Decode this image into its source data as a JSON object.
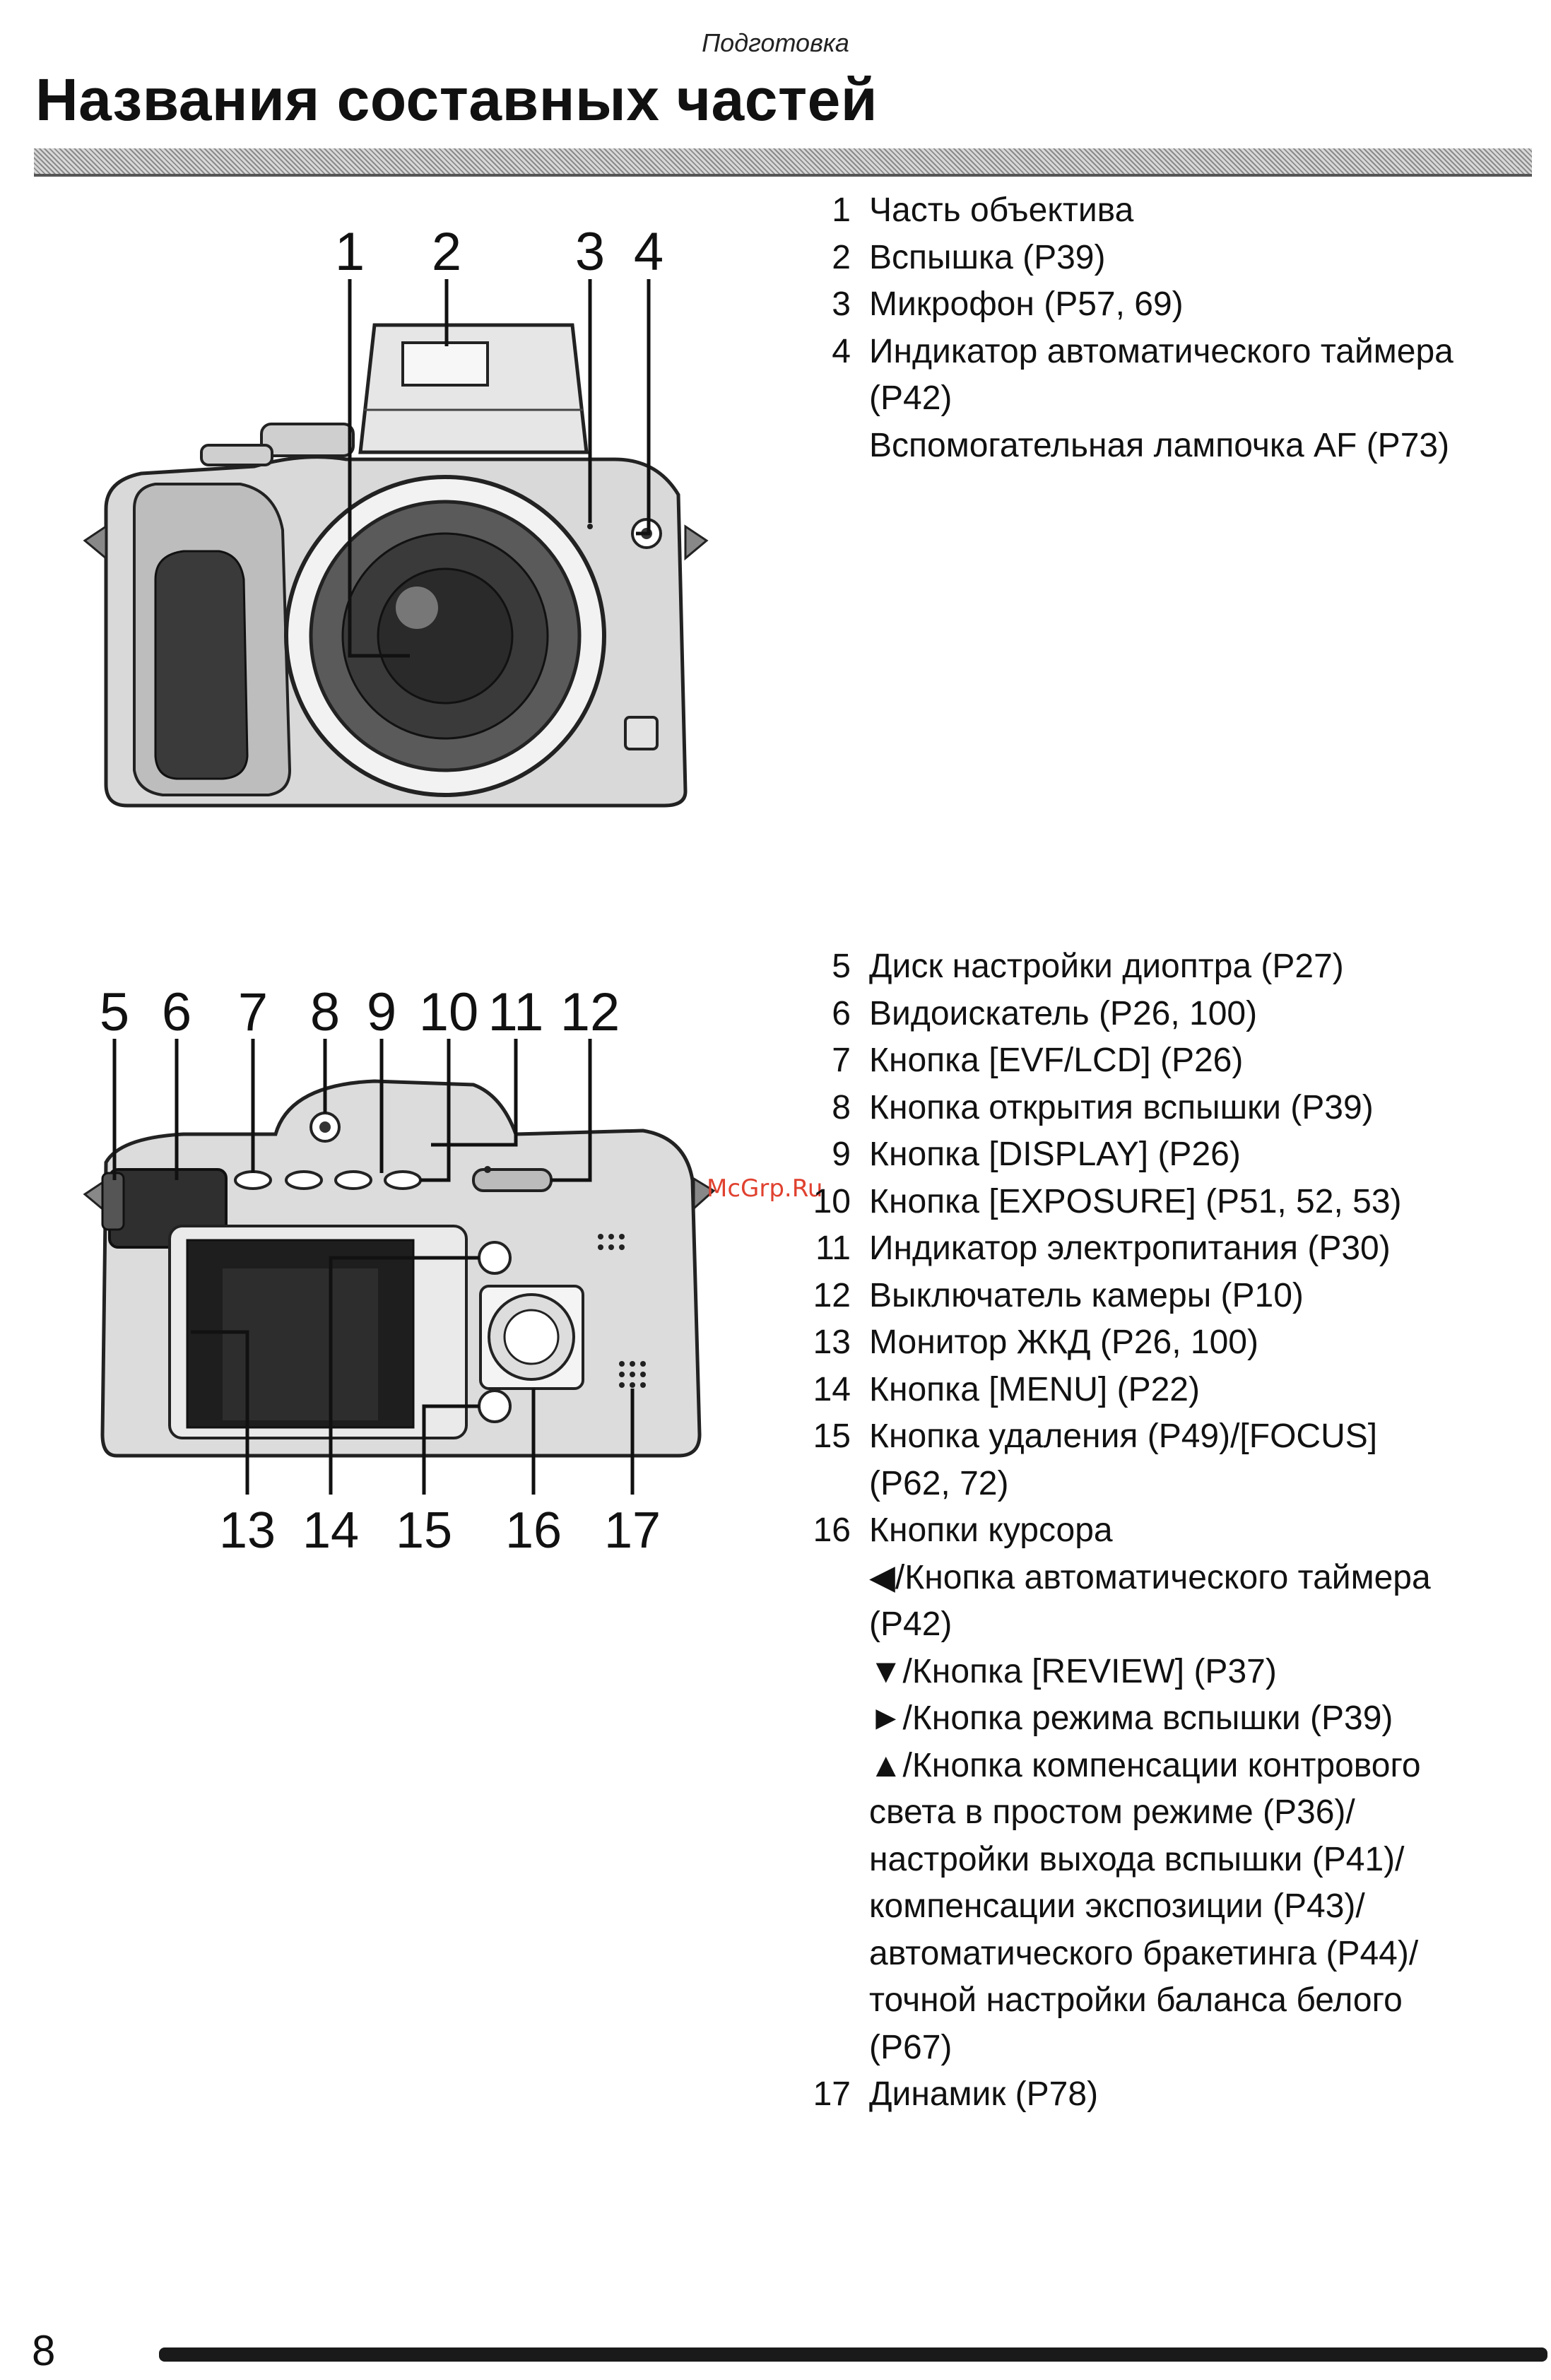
{
  "header": {
    "section_label": "Подготовка",
    "title": "Названия составных частей"
  },
  "front": {
    "callouts": [
      "1",
      "2",
      "3",
      "4"
    ],
    "items": [
      {
        "num": "1",
        "lines": [
          "Часть объектива"
        ]
      },
      {
        "num": "2",
        "lines": [
          "Вспышка (P39)"
        ]
      },
      {
        "num": "3",
        "lines": [
          "Микрофон (P57, 69)"
        ]
      },
      {
        "num": "4",
        "lines": [
          "Индикатор автоматического таймера",
          "(P42)",
          "Вспомогательная лампочка AF (P73)"
        ]
      }
    ]
  },
  "rear": {
    "callouts_top": [
      "5",
      "6",
      "7",
      "8",
      "9",
      "10",
      "11",
      "12"
    ],
    "callouts_bottom": [
      "13",
      "14",
      "15",
      "16",
      "17"
    ],
    "items": [
      {
        "num": "5",
        "lines": [
          "Диск настройки диоптра (P27)"
        ]
      },
      {
        "num": "6",
        "lines": [
          "Видоискатель (P26, 100)"
        ]
      },
      {
        "num": "7",
        "lines": [
          "Кнопка [EVF/LCD] (P26)"
        ]
      },
      {
        "num": "8",
        "lines": [
          "Кнопка открытия вспышки (P39)"
        ]
      },
      {
        "num": "9",
        "lines": [
          "Кнопка [DISPLAY] (P26)"
        ]
      },
      {
        "num": "10",
        "lines": [
          "Кнопка [EXPOSURE] (P51, 52, 53)"
        ]
      },
      {
        "num": "11",
        "lines": [
          "Индикатор электропитания (P30)"
        ]
      },
      {
        "num": "12",
        "lines": [
          "Выключатель камеры (P10)"
        ]
      },
      {
        "num": "13",
        "lines": [
          "Монитор ЖКД (P26, 100)"
        ]
      },
      {
        "num": "14",
        "lines": [
          "Кнопка [MENU] (P22)"
        ]
      },
      {
        "num": "15",
        "lines": [
          "Кнопка удаления (P49)/[FOCUS]",
          "(P62, 72)"
        ]
      },
      {
        "num": "16",
        "lines": [
          "Кнопки курсора",
          "◀/Кнопка автоматического таймера",
          "(P42)",
          "▼/Кнопка [REVIEW] (P37)",
          "►/Кнопка режима вспышки (P39)",
          "▲/Кнопка компенсации контрового",
          "света в простом режиме (P36)/",
          "настройки выхода вспышки (P41)/",
          "компенсации экспозиции (P43)/",
          "автоматического бракетинга (P44)/",
          "точной настройки баланса белого",
          "(P67)"
        ]
      },
      {
        "num": "17",
        "lines": [
          "Динамик (P78)"
        ]
      }
    ]
  },
  "watermark": "McGrp.Ru",
  "footer": {
    "page_number": "8"
  }
}
